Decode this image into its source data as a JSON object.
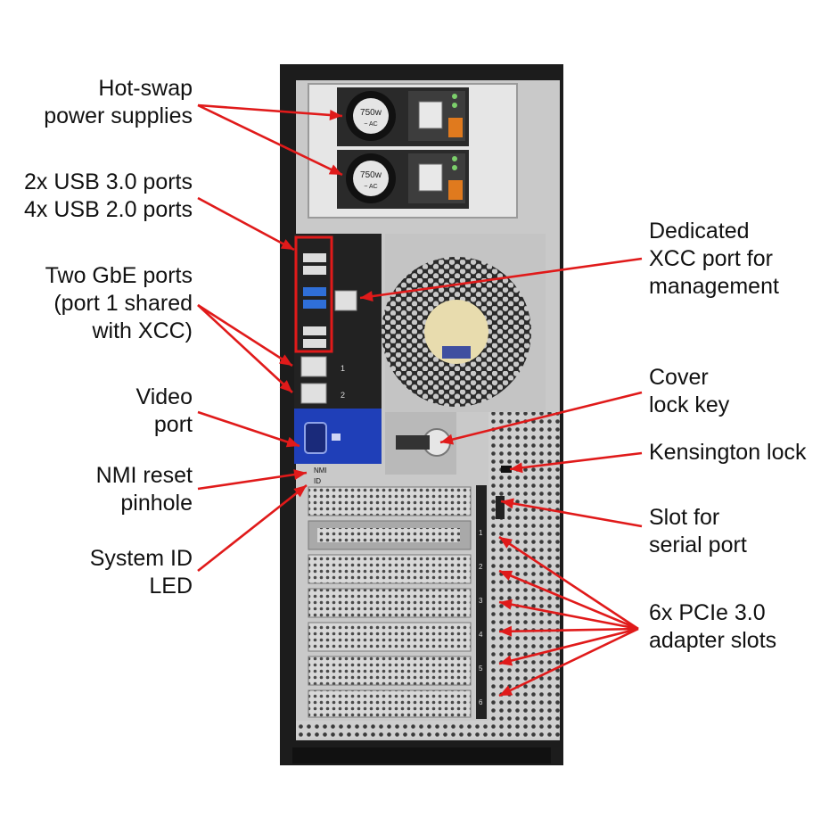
{
  "figure": {
    "accent_color": "#e01a1a",
    "chassis_color": "#1c1c1c",
    "panel_color": "#c9c9c9",
    "port_panel_color": "#1f3fb8"
  },
  "labels": {
    "hot_swap": "Hot-swap\npower supplies",
    "usb_ports": "2x USB 3.0 ports\n4x USB 2.0 ports",
    "gbe_ports": "Two GbE ports\n(port 1 shared\nwith XCC)",
    "video_port": "Video\nport",
    "nmi_reset": "NMI reset\npinhole",
    "system_id": "System ID\nLED",
    "xcc_port": "Dedicated\nXCC port for\nmanagement",
    "cover_lock": "Cover\nlock key",
    "kensington": "Kensington lock",
    "serial_slot": "Slot for\nserial port",
    "pcie_slots": "6x PCIe 3.0\nadapter slots"
  },
  "device_markings": {
    "psu_rating": "750w",
    "psu_ac": "~ AC",
    "nmi": "NMI",
    "id": "ID",
    "eth_1": "1",
    "eth_2": "2",
    "slot_numbers": [
      "1",
      "2",
      "3",
      "4",
      "5",
      "6"
    ]
  }
}
